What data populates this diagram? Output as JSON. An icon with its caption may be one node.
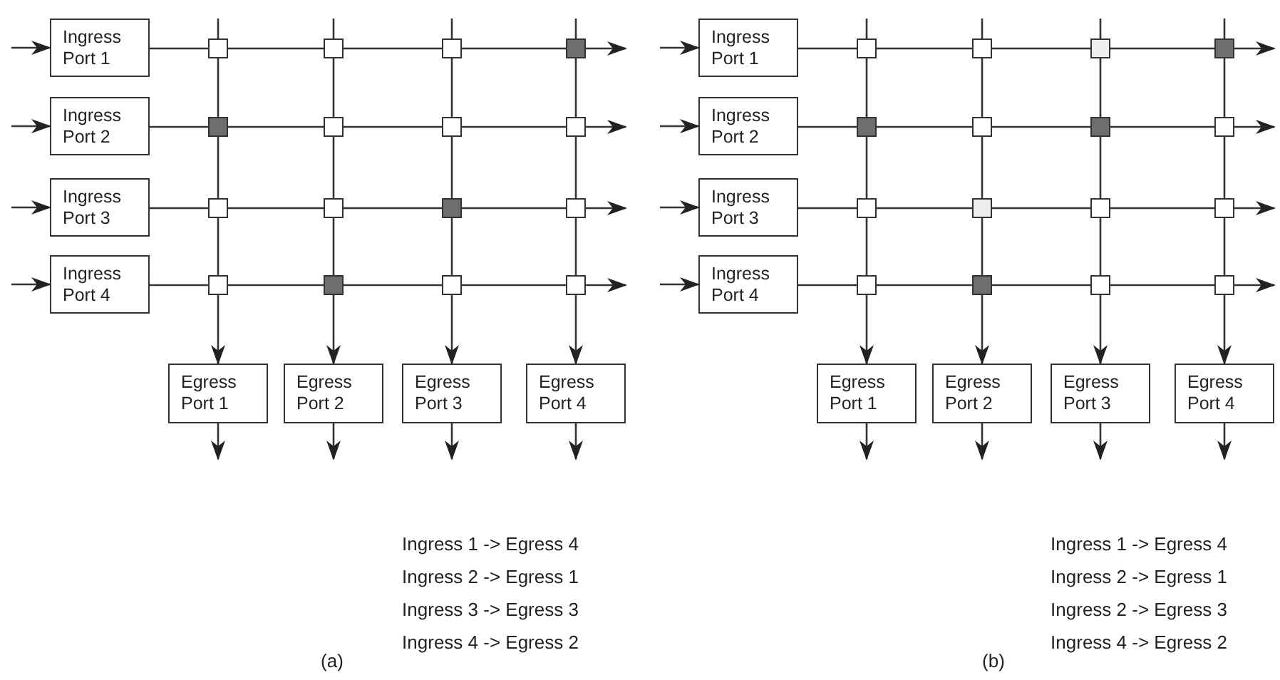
{
  "diagram": {
    "nodes": [
      {
        "text": [
          "Ingress Port 1"
        ]
      },
      {
        "text": [
          "Ingress Port 2"
        ]
      },
      {
        "text": [
          "Ingress Port 3"
        ]
      },
      {
        "text": [
          "Ingress Port 4"
        ]
      },
      {
        "text": [],
        "shape": "box"
      },
      {
        "text": [],
        "shape": "box"
      },
      {
        "text": [],
        "shape": "box"
      },
      {
        "text": [],
        "shape": "box"
      },
      {
        "text": [],
        "shape": "box"
      },
      {
        "text": [],
        "shape": "box"
      },
      {
        "text": [],
        "shape": "box"
      },
      {
        "text": [],
        "shape": "box"
      },
      {
        "text": [],
        "shape": "box"
      },
      {
        "text": [],
        "shape": "box"
      },
      {
        "text": [],
        "shape": "box"
      },
      {
        "text": [],
        "shape": "box"
      },
      {
        "text": [],
        "shape": "box"
      },
      {
        "text": [],
        "shape": "box"
      },
      {
        "text": [],
        "shape": "box"
      },
      {
        "text": [],
        "shape": "box"
      },
      {
        "text": [
          "Egress Port 1"
        ]
      },
      {
        "text": [
          "Egress Port 2"
        ]
      },
      {
        "text": [
          "Egress Port 3"
        ]
      },
      {
        "text": [
          "Egress Port 4"
        ]
      },
      {
        "text": [
          "Ingress Port 1"
        ]
      },
      {
        "text": [
          "Ingress Port 2"
        ]
      },
      {
        "text": [
          "Ingress Port 3"
        ]
      },
      {
        "text": [
          "Ingress Port 4"
        ]
      },
      {
        "text": [],
        "shape": "box"
      },
      {
        "text": [],
        "shape": "box"
      },
      {
        "text": [],
        "shape": "box"
      },
      {
        "text": [],
        "shape": "box"
      },
      {
        "text": [],
        "shape": "box"
      },
      {
        "text": [],
        "shape": "box"
      },
      {
        "text": [],
        "shape": "box"
      },
      {
        "text": [],
        "shape": "box"
      },
      {
        "text": [],
        "shape": "box"
      },
      {
        "text": [],
        "shape": "box"
      },
      {
        "text": [],
        "shape": "box"
      },
      {
        "text": [],
        "shape": "box"
      },
      {
        "text": [],
        "shape": "box"
      },
      {
        "text": [],
        "shape": "box"
      },
      {
        "text": [],
        "shape": "box"
      },
      {
        "text": [],
        "shape": "box"
      },
      {
        "text": [
          "Egress Port 1"
        ]
      },
      {
        "text": [
          "Egress Port 2"
        ]
      },
      {
        "text": [
          "Egress Port 3"
        ]
      },
      {
        "text": [
          "Egress Port 4"
        ]
      }
    ],
    "edges": [
      {
        "from": null,
        "to": 0,
        "arrow": "to"
      },
      {
        "from": null,
        "to": 1,
        "arrow": "to"
      },
      {
        "from": null,
        "to": 2,
        "arrow": "to"
      },
      {
        "from": null,
        "to": 3,
        "arrow": "to"
      },
      {
        "from": 0,
        "to": 4,
        "arrow": "none"
      },
      {
        "from": 4,
        "to": 5,
        "arrow": "none"
      },
      {
        "from": 5,
        "to": 6,
        "arrow": "none"
      },
      {
        "from": 6,
        "to": 7,
        "arrow": "none"
      },
      {
        "from": 7,
        "to": null,
        "arrow": "to"
      },
      {
        "from": 1,
        "to": 8,
        "arrow": "none"
      },
      {
        "from": 8,
        "to": 9,
        "arrow": "none"
      },
      {
        "from": 9,
        "to": 10,
        "arrow": "none"
      },
      {
        "from": 10,
        "to": 11,
        "arrow": "none"
      },
      {
        "from": 11,
        "to": null,
        "arrow": "to"
      },
      {
        "from": 2,
        "to": 12,
        "arrow": "none"
      },
      {
        "from": 12,
        "to": 13,
        "arrow": "none"
      },
      {
        "from": 13,
        "to": 14,
        "arrow": "none"
      },
      {
        "from": 14,
        "to": 15,
        "arrow": "none"
      },
      {
        "from": 15,
        "to": null,
        "arrow": "to"
      },
      {
        "from": 3,
        "to": 16,
        "arrow": "none"
      },
      {
        "from": 16,
        "to": 17,
        "arrow": "none"
      },
      {
        "from": 17,
        "to": 18,
        "arrow": "none"
      },
      {
        "from": 18,
        "to": 19,
        "arrow": "none"
      },
      {
        "from": 19,
        "to": null,
        "arrow": "to"
      },
      {
        "from": null,
        "to": 4,
        "arrow": "none"
      },
      {
        "from": 4,
        "to": 8,
        "arrow": "none"
      },
      {
        "from": 8,
        "to": 12,
        "arrow": "none"
      },
      {
        "from": 12,
        "to": 16,
        "arrow": "none"
      },
      {
        "from": 16,
        "to": 20,
        "arrow": "to"
      },
      {
        "from": 20,
        "to": null,
        "arrow": "to"
      },
      {
        "from": null,
        "to": 5,
        "arrow": "none"
      },
      {
        "from": 5,
        "to": 9,
        "arrow": "none"
      },
      {
        "from": 9,
        "to": 13,
        "arrow": "none"
      },
      {
        "from": 13,
        "to": 17,
        "arrow": "none"
      },
      {
        "from": 17,
        "to": 21,
        "arrow": "to"
      },
      {
        "from": 21,
        "to": null,
        "arrow": "to"
      },
      {
        "from": null,
        "to": 6,
        "arrow": "none"
      },
      {
        "from": 6,
        "to": 10,
        "arrow": "none"
      },
      {
        "from": 10,
        "to": 14,
        "arrow": "none"
      },
      {
        "from": 14,
        "to": 18,
        "arrow": "none"
      },
      {
        "from": 18,
        "to": 22,
        "arrow": "to"
      },
      {
        "from": 22,
        "to": null,
        "arrow": "to"
      },
      {
        "from": null,
        "to": 7,
        "arrow": "none"
      },
      {
        "from": 7,
        "to": 11,
        "arrow": "none"
      },
      {
        "from": 11,
        "to": 15,
        "arrow": "none"
      },
      {
        "from": 15,
        "to": 19,
        "arrow": "none"
      },
      {
        "from": 19,
        "to": 23,
        "arrow": "to"
      },
      {
        "from": 23,
        "to": null,
        "arrow": "to"
      },
      {
        "from": null,
        "to": 24,
        "arrow": "to"
      },
      {
        "from": null,
        "to": 25,
        "arrow": "to"
      },
      {
        "from": null,
        "to": 26,
        "arrow": "to"
      },
      {
        "from": null,
        "to": 27,
        "arrow": "to"
      },
      {
        "from": 24,
        "to": 28,
        "arrow": "none"
      },
      {
        "from": 28,
        "to": 29,
        "arrow": "none"
      },
      {
        "from": 29,
        "to": 30,
        "arrow": "none"
      },
      {
        "from": 30,
        "to": 31,
        "arrow": "none"
      },
      {
        "from": 31,
        "to": null,
        "arrow": "to"
      },
      {
        "from": 25,
        "to": 32,
        "arrow": "none"
      },
      {
        "from": 32,
        "to": 33,
        "arrow": "none"
      },
      {
        "from": 33,
        "to": 34,
        "arrow": "none"
      },
      {
        "from": 34,
        "to": 35,
        "arrow": "none"
      },
      {
        "from": 35,
        "to": null,
        "arrow": "to"
      },
      {
        "from": 26,
        "to": 36,
        "arrow": "none"
      },
      {
        "from": 36,
        "to": 37,
        "arrow": "none"
      },
      {
        "from": 37,
        "to": 38,
        "arrow": "none"
      },
      {
        "from": 38,
        "to": 39,
        "arrow": "none"
      },
      {
        "from": 39,
        "to": null,
        "arrow": "to"
      },
      {
        "from": 27,
        "to": 40,
        "arrow": "none"
      },
      {
        "from": 40,
        "to": 41,
        "arrow": "none"
      },
      {
        "from": 41,
        "to": 42,
        "arrow": "none"
      },
      {
        "from": 42,
        "to": 43,
        "arrow": "none"
      },
      {
        "from": 43,
        "to": null,
        "arrow": "to"
      },
      {
        "from": null,
        "to": 28,
        "arrow": "none"
      },
      {
        "from": 28,
        "to": 32,
        "arrow": "none"
      },
      {
        "from": 32,
        "to": 36,
        "arrow": "none"
      },
      {
        "from": 36,
        "to": 40,
        "arrow": "none"
      },
      {
        "from": 40,
        "to": 44,
        "arrow": "to"
      },
      {
        "from": 44,
        "to": null,
        "arrow": "to"
      },
      {
        "from": null,
        "to": 29,
        "arrow": "none"
      },
      {
        "from": 29,
        "to": 33,
        "arrow": "none"
      },
      {
        "from": 33,
        "to": 37,
        "arrow": "none"
      },
      {
        "from": 37,
        "to": 41,
        "arrow": "none"
      },
      {
        "from": 41,
        "to": 45,
        "arrow": "to"
      },
      {
        "from": 45,
        "to": null,
        "arrow": "to"
      },
      {
        "from": null,
        "to": 30,
        "arrow": "none"
      },
      {
        "from": 30,
        "to": 34,
        "arrow": "none"
      },
      {
        "from": 34,
        "to": 38,
        "arrow": "none"
      },
      {
        "from": 38,
        "to": 42,
        "arrow": "none"
      },
      {
        "from": 42,
        "to": 46,
        "arrow": "to"
      },
      {
        "from": 46,
        "to": null,
        "arrow": "to"
      },
      {
        "from": null,
        "to": 31,
        "arrow": "none"
      },
      {
        "from": 31,
        "to": 35,
        "arrow": "none"
      },
      {
        "from": 35,
        "to": 39,
        "arrow": "none"
      },
      {
        "from": 39,
        "to": 43,
        "arrow": "none"
      },
      {
        "from": 43,
        "to": 47,
        "arrow": "to"
      },
      {
        "from": 47,
        "to": null,
        "arrow": "to"
      }
    ],
    "labels": [
      "Ingress 1 -> Egress 4",
      "Ingress 2 -> Egress 1",
      "Ingress 3 -> Egress 3",
      "Ingress 4 -> Egress 2",
      "Ingress 1 -> Egress 4",
      "Ingress 2 -> Egress 1",
      "Ingress 2 -> Egress 3",
      "Ingress 4 -> Egress 2",
      "(a)",
      "(b)"
    ]
  }
}
